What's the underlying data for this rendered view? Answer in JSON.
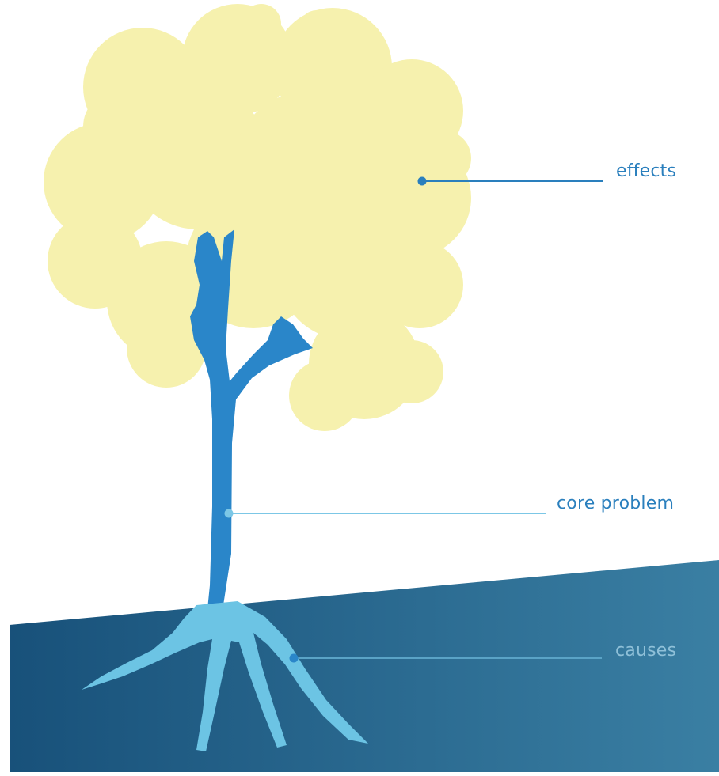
{
  "labels": {
    "effects": "effects",
    "core_problem": "core problem",
    "causes": "causes"
  },
  "colors": {
    "canopy": "#f6f1ae",
    "trunk": "#2a86c9",
    "roots": "#6cc4e4",
    "ground_left": "#18517a",
    "ground_right": "#3a7fa3",
    "effects_line": "#2a7fbd",
    "core_line": "#7cc7e6",
    "causes_line": "#5aa3c6",
    "effects_text": "#2a7fbd",
    "core_text": "#2a7fbd",
    "causes_text": "#8fc0d8"
  }
}
